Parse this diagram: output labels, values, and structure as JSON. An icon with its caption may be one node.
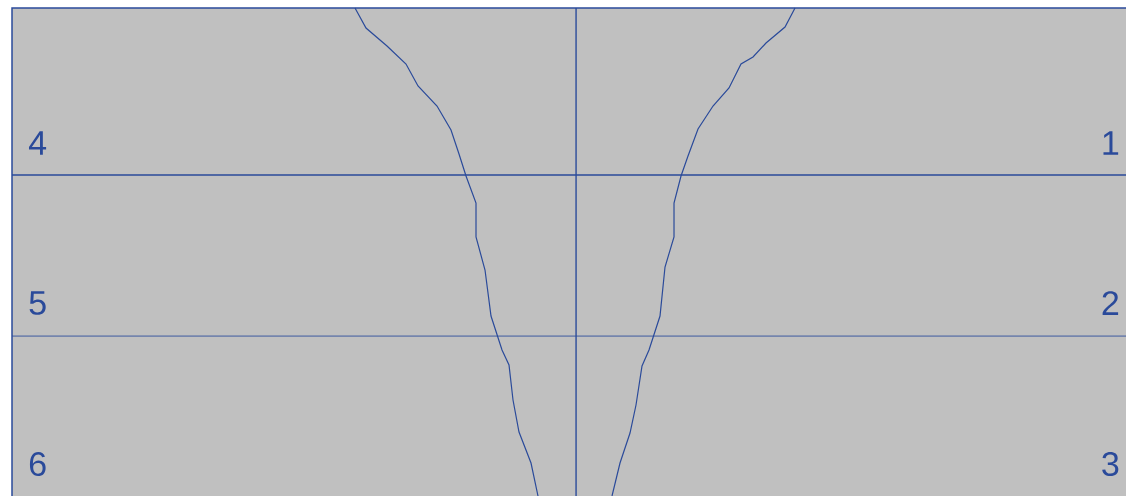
{
  "diagram": {
    "labels": [
      "4",
      "1",
      "5",
      "2",
      "6",
      "3"
    ]
  }
}
